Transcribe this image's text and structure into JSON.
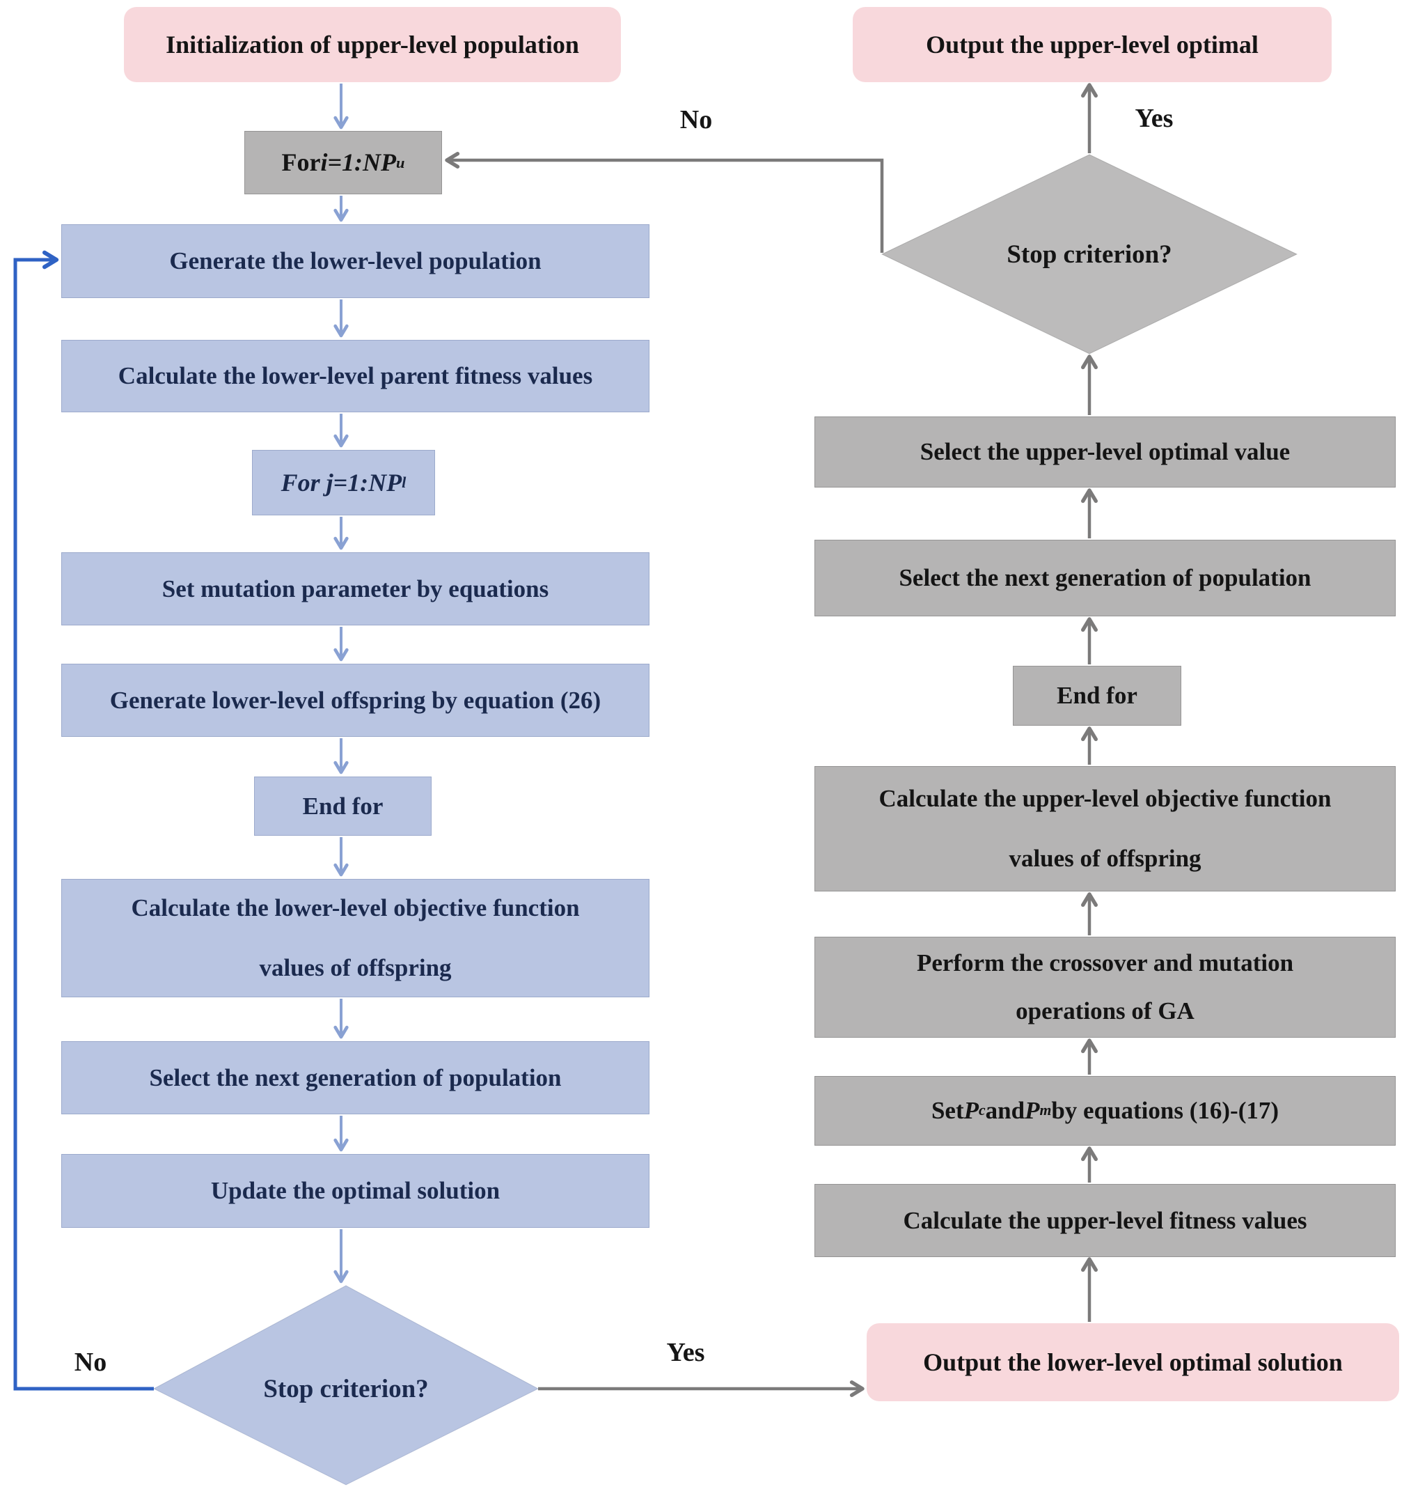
{
  "colors": {
    "blue_box": "#b9c5e2",
    "gray_box": "#b5b4b4",
    "gray_diamond": "#bcbbbb",
    "pink_box": "#f8d8dc",
    "navy_text": "#1b2a4e",
    "dark_text": "#141414",
    "arrow_light_blue": "#89a1d3",
    "arrow_loop_blue": "#2f62c4",
    "arrow_gray": "#7b7a7a"
  },
  "left": {
    "init": {
      "label": "Initialization of upper-level population"
    },
    "for_i": {
      "rich": [
        {
          "t": "For "
        },
        {
          "t": "i=1:NP",
          "i": 1
        },
        {
          "t": "u",
          "i": 1,
          "sub": 1
        }
      ]
    },
    "gen_lower": {
      "label": "Generate the lower-level population"
    },
    "calc_parent": {
      "label": "Calculate the lower-level parent fitness values"
    },
    "for_j": {
      "rich": [
        {
          "t": "For j=1:NP",
          "i": 1
        },
        {
          "t": "l",
          "i": 1,
          "sub": 1
        }
      ]
    },
    "set_mutation": {
      "label": "Set mutation parameter by equations"
    },
    "gen_offspring": {
      "label": "Generate lower-level offspring by equation (26)"
    },
    "end_for": {
      "label": "End for"
    },
    "calc_obj": {
      "lines": [
        "Calculate the lower-level objective function",
        "values of offspring"
      ]
    },
    "select_next": {
      "label": "Select the next generation of population"
    },
    "update_opt": {
      "label": "Update the optimal solution"
    },
    "stop": {
      "label": "Stop criterion?"
    }
  },
  "right": {
    "out_upper": {
      "label": "Output the upper-level optimal"
    },
    "stop": {
      "label": "Stop criterion?"
    },
    "select_opt": {
      "label": "Select the upper-level optimal value"
    },
    "select_next": {
      "label": "Select the next generation of population"
    },
    "end_for": {
      "label": "End for"
    },
    "calc_obj": {
      "lines": [
        "Calculate the upper-level objective function",
        "values of offspring"
      ]
    },
    "perform_ga": {
      "lines": [
        "Perform the crossover and mutation",
        "operations of GA"
      ]
    },
    "set_p": {
      "rich": [
        {
          "t": "Set "
        },
        {
          "t": "P",
          "i": 1
        },
        {
          "t": "c",
          "i": 1,
          "sub": 1
        },
        {
          "t": " and "
        },
        {
          "t": "P",
          "i": 1
        },
        {
          "t": "m",
          "i": 1,
          "sub": 1
        },
        {
          "t": " by equations (16)-(17)"
        }
      ]
    },
    "calc_fitness": {
      "label": "Calculate the upper-level fitness values"
    },
    "out_lower": {
      "label": "Output the lower-level optimal solution"
    }
  },
  "edge_labels": {
    "no_top": "No",
    "yes_top": "Yes",
    "no_left": "No",
    "yes_bottom": "Yes"
  }
}
